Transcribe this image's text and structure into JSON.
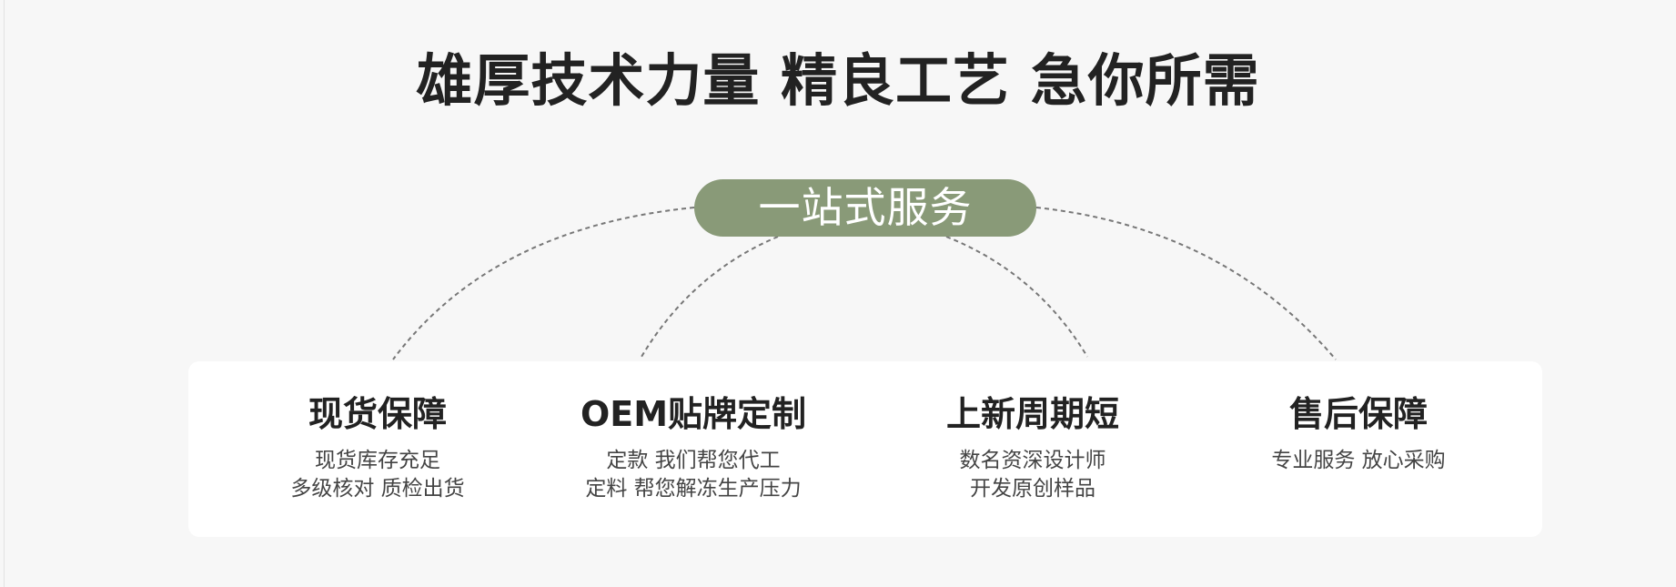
{
  "page_title": "雄厚技术力量 精良工艺 急你所需",
  "hub_label": "一站式服务",
  "services": [
    {
      "title": "现货保障",
      "lines": [
        "现货库存充足",
        "多级核对 质检出货"
      ]
    },
    {
      "title": "OEM贴牌定制",
      "lines": [
        "定款 我们帮您代工",
        "定料 帮您解冻生产压力"
      ]
    },
    {
      "title": "上新周期短",
      "lines": [
        "数名资深设计师",
        "开发原创样品"
      ]
    },
    {
      "title": "售后保障",
      "lines": [
        "专业服务 放心采购"
      ]
    }
  ],
  "colors": {
    "background": "#f7f7f7",
    "hub_fill": "#899a78",
    "card_fill": "#ffffff",
    "title_text": "#222222",
    "desc_text": "#444444",
    "arc_stroke": "#777777"
  }
}
